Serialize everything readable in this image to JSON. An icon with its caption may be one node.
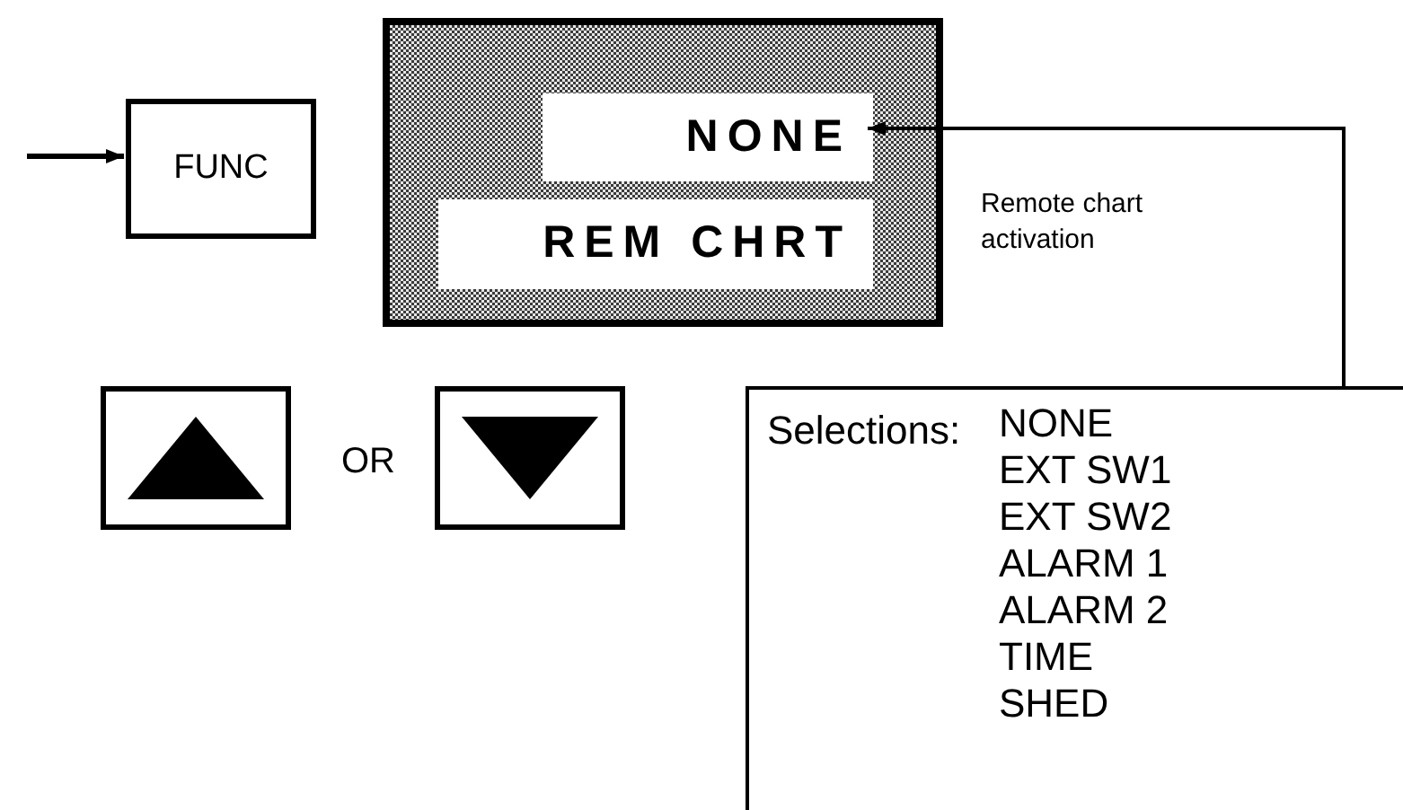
{
  "diagram": {
    "nodes": [
      {
        "text": [
          "FUNC"
        ]
      },
      {
        "text": [],
        "shape": "box"
      },
      {
        "text": [
          "NONE"
        ],
        "in": 1
      },
      {
        "text": [
          "REM CHRT"
        ],
        "in": 1
      },
      {
        "text": [],
        "shape": "box"
      },
      {
        "text": [],
        "shape": "box"
      },
      {
        "text": [
          "Selections:",
          "NONE",
          "EXT SW1",
          "EXT SW2",
          "ALARM 1",
          "ALARM 2",
          "TIME",
          "SHED"
        ]
      }
    ],
    "edges": [
      {
        "from": null,
        "to": 0,
        "arrow": "to"
      },
      {
        "from": 6,
        "to": 2,
        "arrow": "to"
      }
    ],
    "labels": [
      "Remote chart activation",
      "OR"
    ]
  }
}
